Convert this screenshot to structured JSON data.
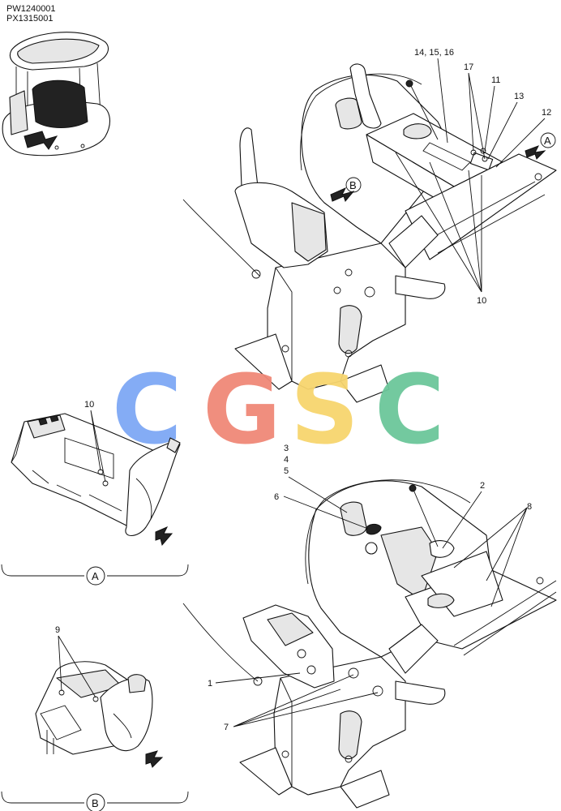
{
  "header": {
    "codes": [
      "PW1240001",
      "PX1315001"
    ]
  },
  "watermark": {
    "letters": [
      "C",
      "G",
      "S",
      "C"
    ],
    "colors": [
      "#7ea8f5",
      "#f08878",
      "#f7d56e",
      "#6cc79a"
    ]
  },
  "callouts": {
    "top": [
      "14, 15, 16",
      "17",
      "11",
      "13",
      "12",
      "10"
    ],
    "bottom": [
      "3",
      "4",
      "5",
      "6",
      "2",
      "8",
      "1",
      "7"
    ],
    "view_a": [
      "10"
    ],
    "view_b": [
      "9"
    ]
  },
  "views": {
    "a_label": "A",
    "b_label": "B"
  }
}
